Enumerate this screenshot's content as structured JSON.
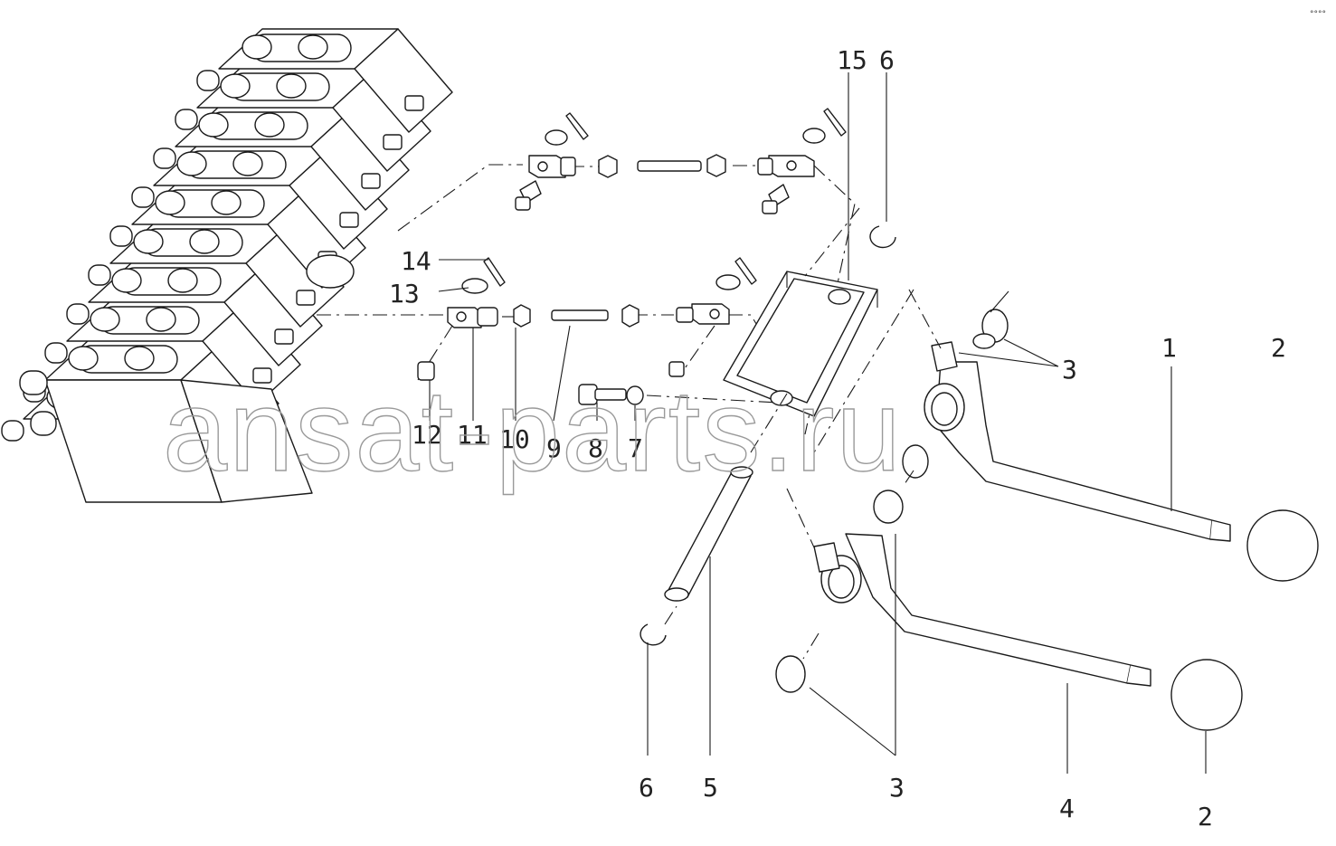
{
  "corner_mark": "°°°°",
  "watermark": "ansat-parts.ru",
  "callouts": {
    "c1": "1",
    "c2a": "2",
    "c2b": "2",
    "c3a": "3",
    "c3b": "3",
    "c4": "4",
    "c5": "5",
    "c6a": "6",
    "c6b": "6",
    "c7": "7",
    "c8": "8",
    "c9": "9",
    "c10": "10",
    "c11": "11",
    "c12": "12",
    "c13": "13",
    "c14": "14",
    "c15": "15"
  }
}
